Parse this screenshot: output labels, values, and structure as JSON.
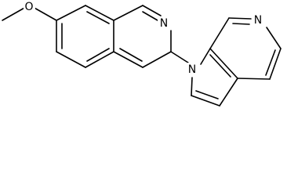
{
  "structure": {
    "atoms": {
      "methoxy_oxygen": "O",
      "isoquinoline_nitrogen": "N",
      "pyrrole_nitrogen": "N",
      "pyridine_nitrogen": "N"
    }
  }
}
